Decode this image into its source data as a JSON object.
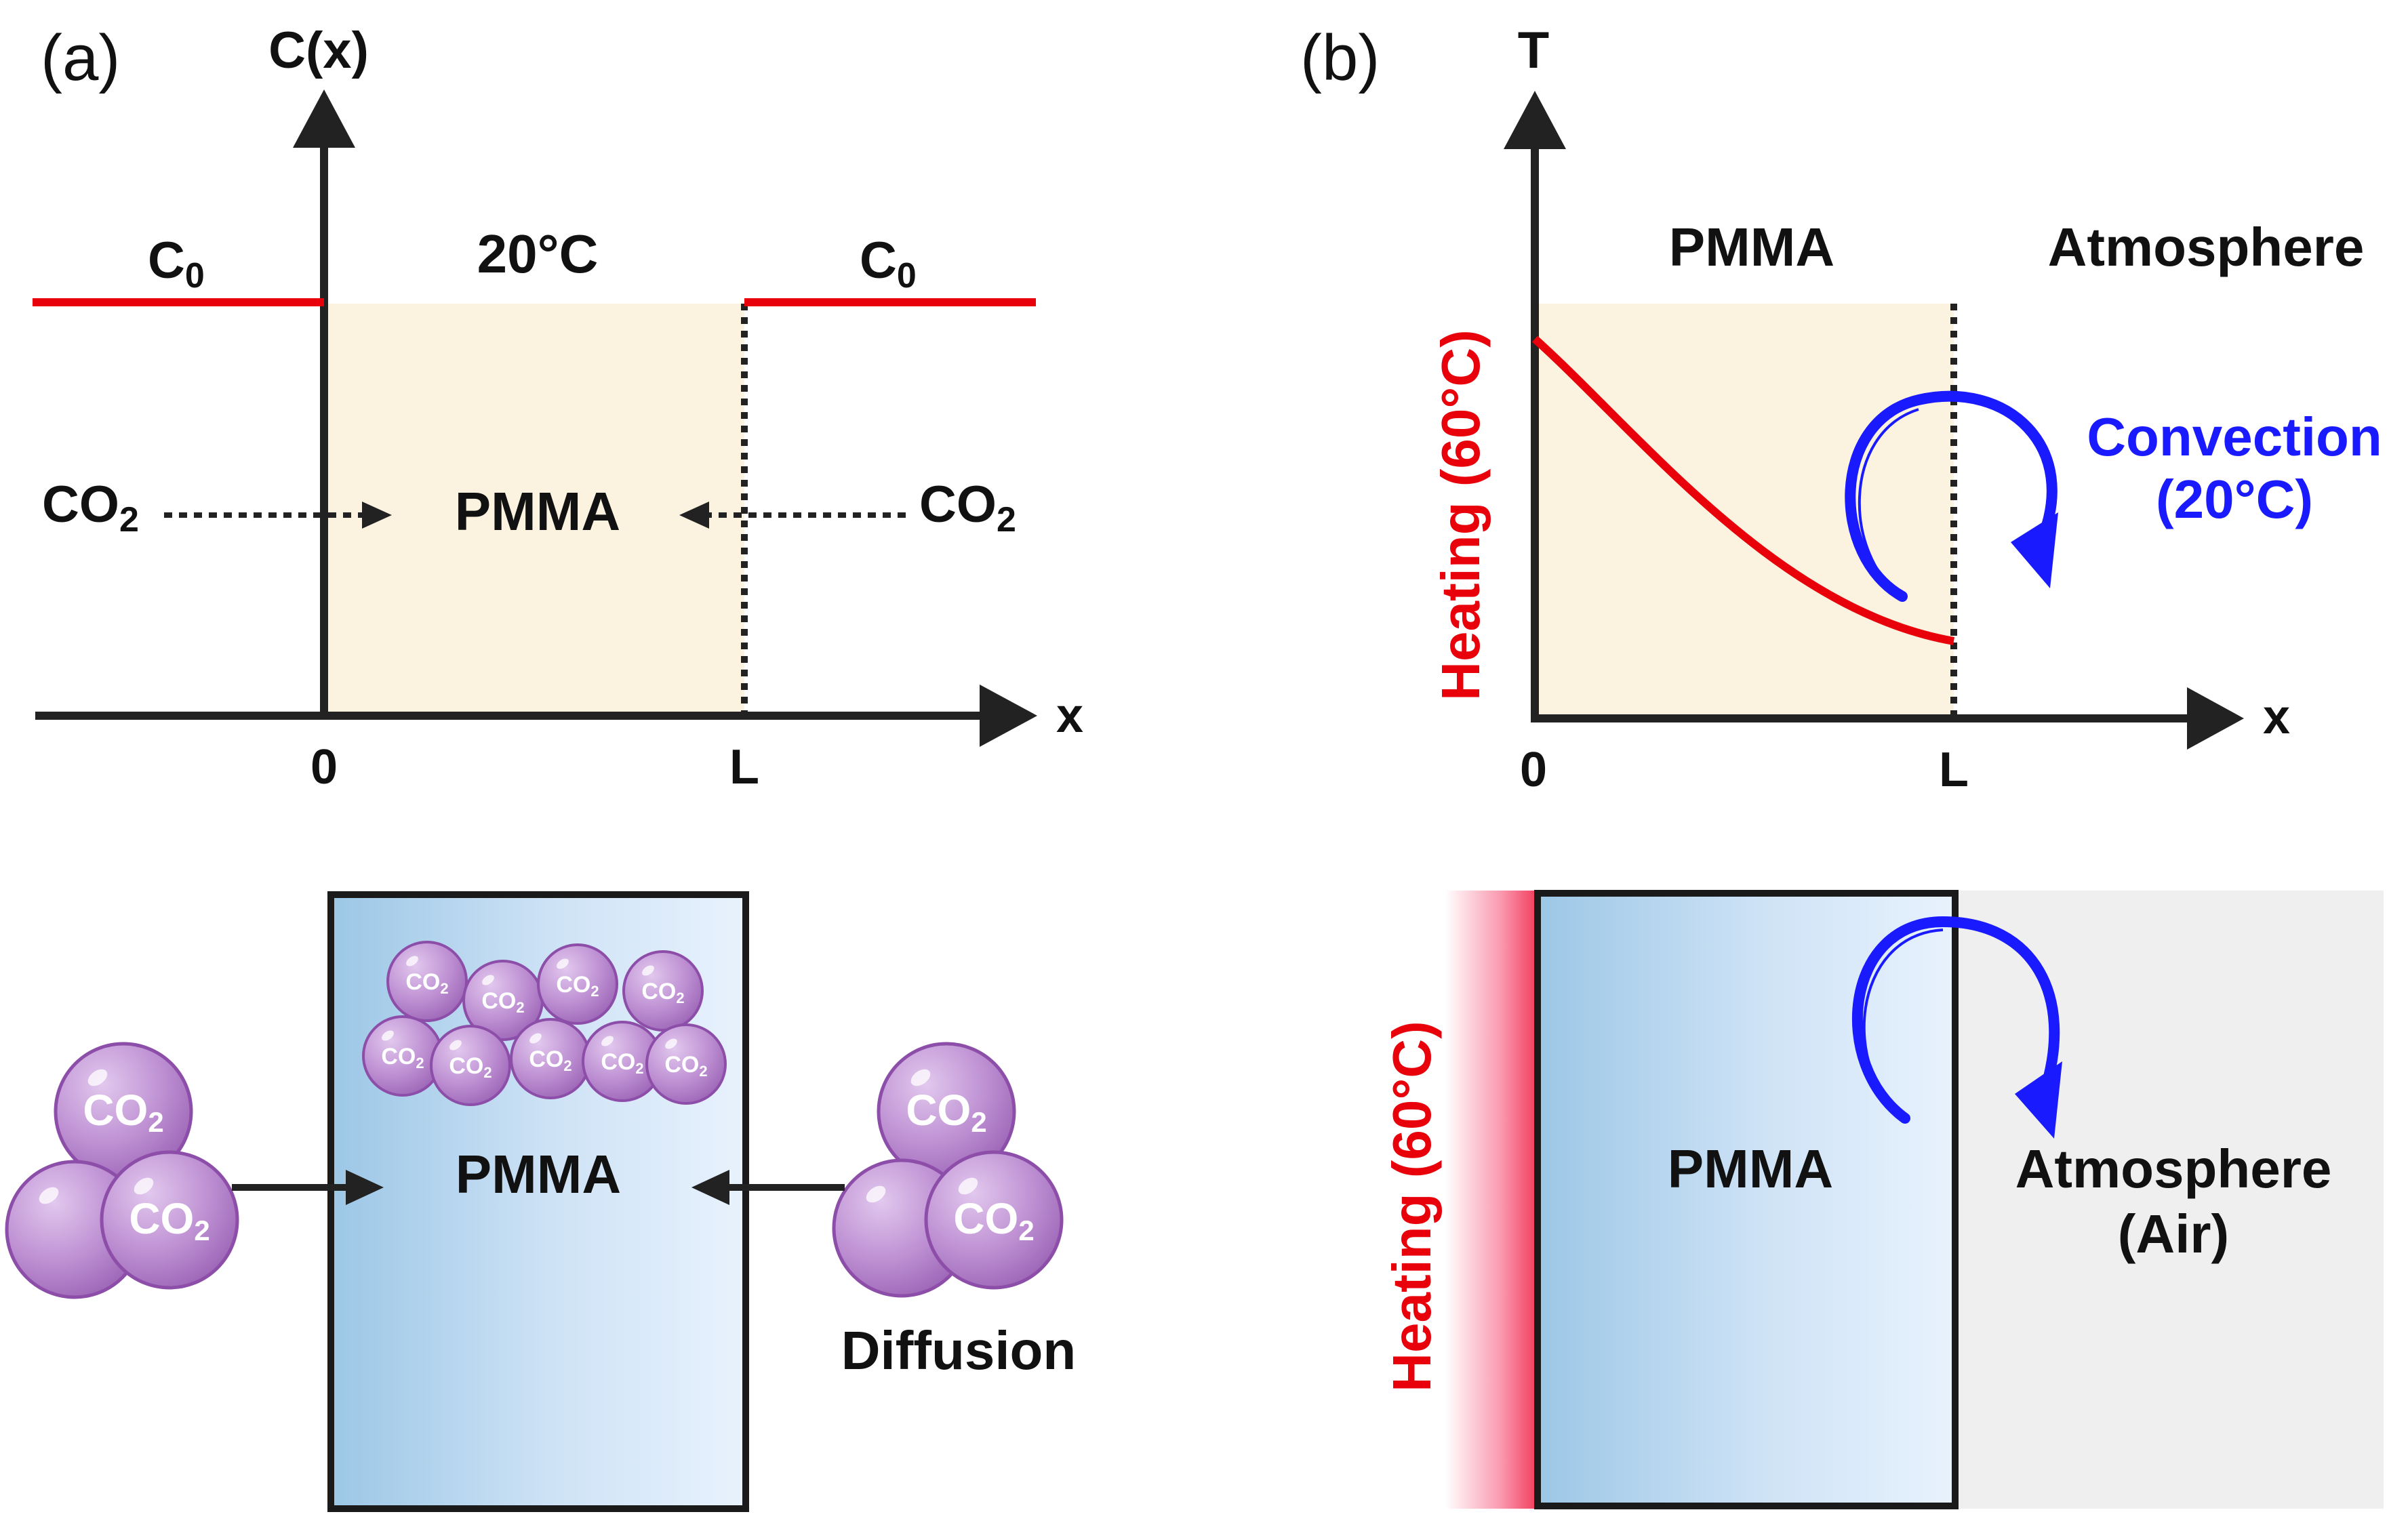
{
  "panel_a": {
    "label": "(a)",
    "y_axis_label": "C(x)",
    "x_axis_label": "x",
    "tick_origin": "0",
    "tick_length": "L",
    "temperature": "20°C",
    "left_concentration": {
      "base": "C",
      "sub": "0"
    },
    "right_concentration": {
      "base": "C",
      "sub": "0"
    },
    "material": "PMMA",
    "left_gas": {
      "base": "CO",
      "sub": "2"
    },
    "right_gas": {
      "base": "CO",
      "sub": "2"
    },
    "illustration": {
      "slab_label": "PMMA",
      "diffusion_label": "Diffusion",
      "molecule": {
        "base": "CO",
        "sub": "2"
      }
    }
  },
  "panel_b": {
    "label": "(b)",
    "y_axis_label": "T",
    "x_axis_label": "x",
    "tick_origin": "0",
    "tick_length": "L",
    "material": "PMMA",
    "atmosphere": "Atmosphere",
    "heating": "Heating (60°C)",
    "convection": "Convection",
    "convection_temp": "(20°C)",
    "illustration": {
      "heating": "Heating (60°C)",
      "slab_label": "PMMA",
      "atmosphere": "Atmosphere",
      "atmosphere_sub": "(Air)"
    }
  },
  "colors": {
    "concentration_line": "#e8000b",
    "temperature_curve": "#e8000b",
    "convection": "#1a1aff",
    "slab_fill": "#fbf3e0",
    "molecule": "#b07cc6",
    "axis": "#222222"
  }
}
